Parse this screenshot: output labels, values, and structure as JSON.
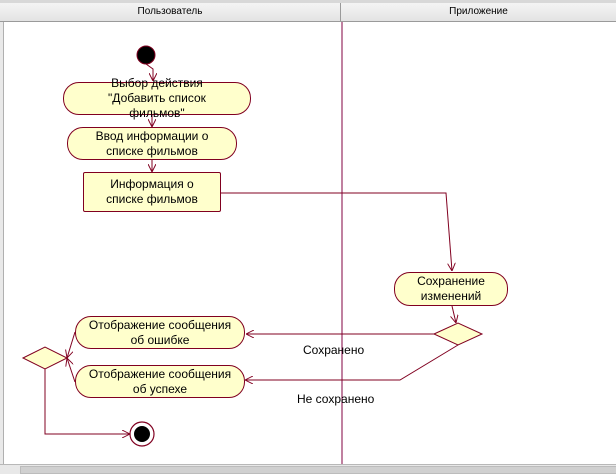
{
  "swimlanes": {
    "left_title": "Пользователь",
    "right_title": "Приложение"
  },
  "nodes": {
    "choose_action": "Выбор действия \"Добавить список фильмов\"",
    "enter_info": "Ввод информации о списке фильмов",
    "info_object": "Информация о списке фильмов",
    "save_changes": "Сохранение изменений",
    "show_error": "Отображение сообщения об ошибке",
    "show_success": "Отображение сообщения об успехе"
  },
  "guards": {
    "saved": "Сохранено",
    "not_saved": "Не сохранено"
  },
  "colors": {
    "node_fill": "#ffffcc",
    "line": "#800020",
    "lane_divider": "#800040"
  }
}
